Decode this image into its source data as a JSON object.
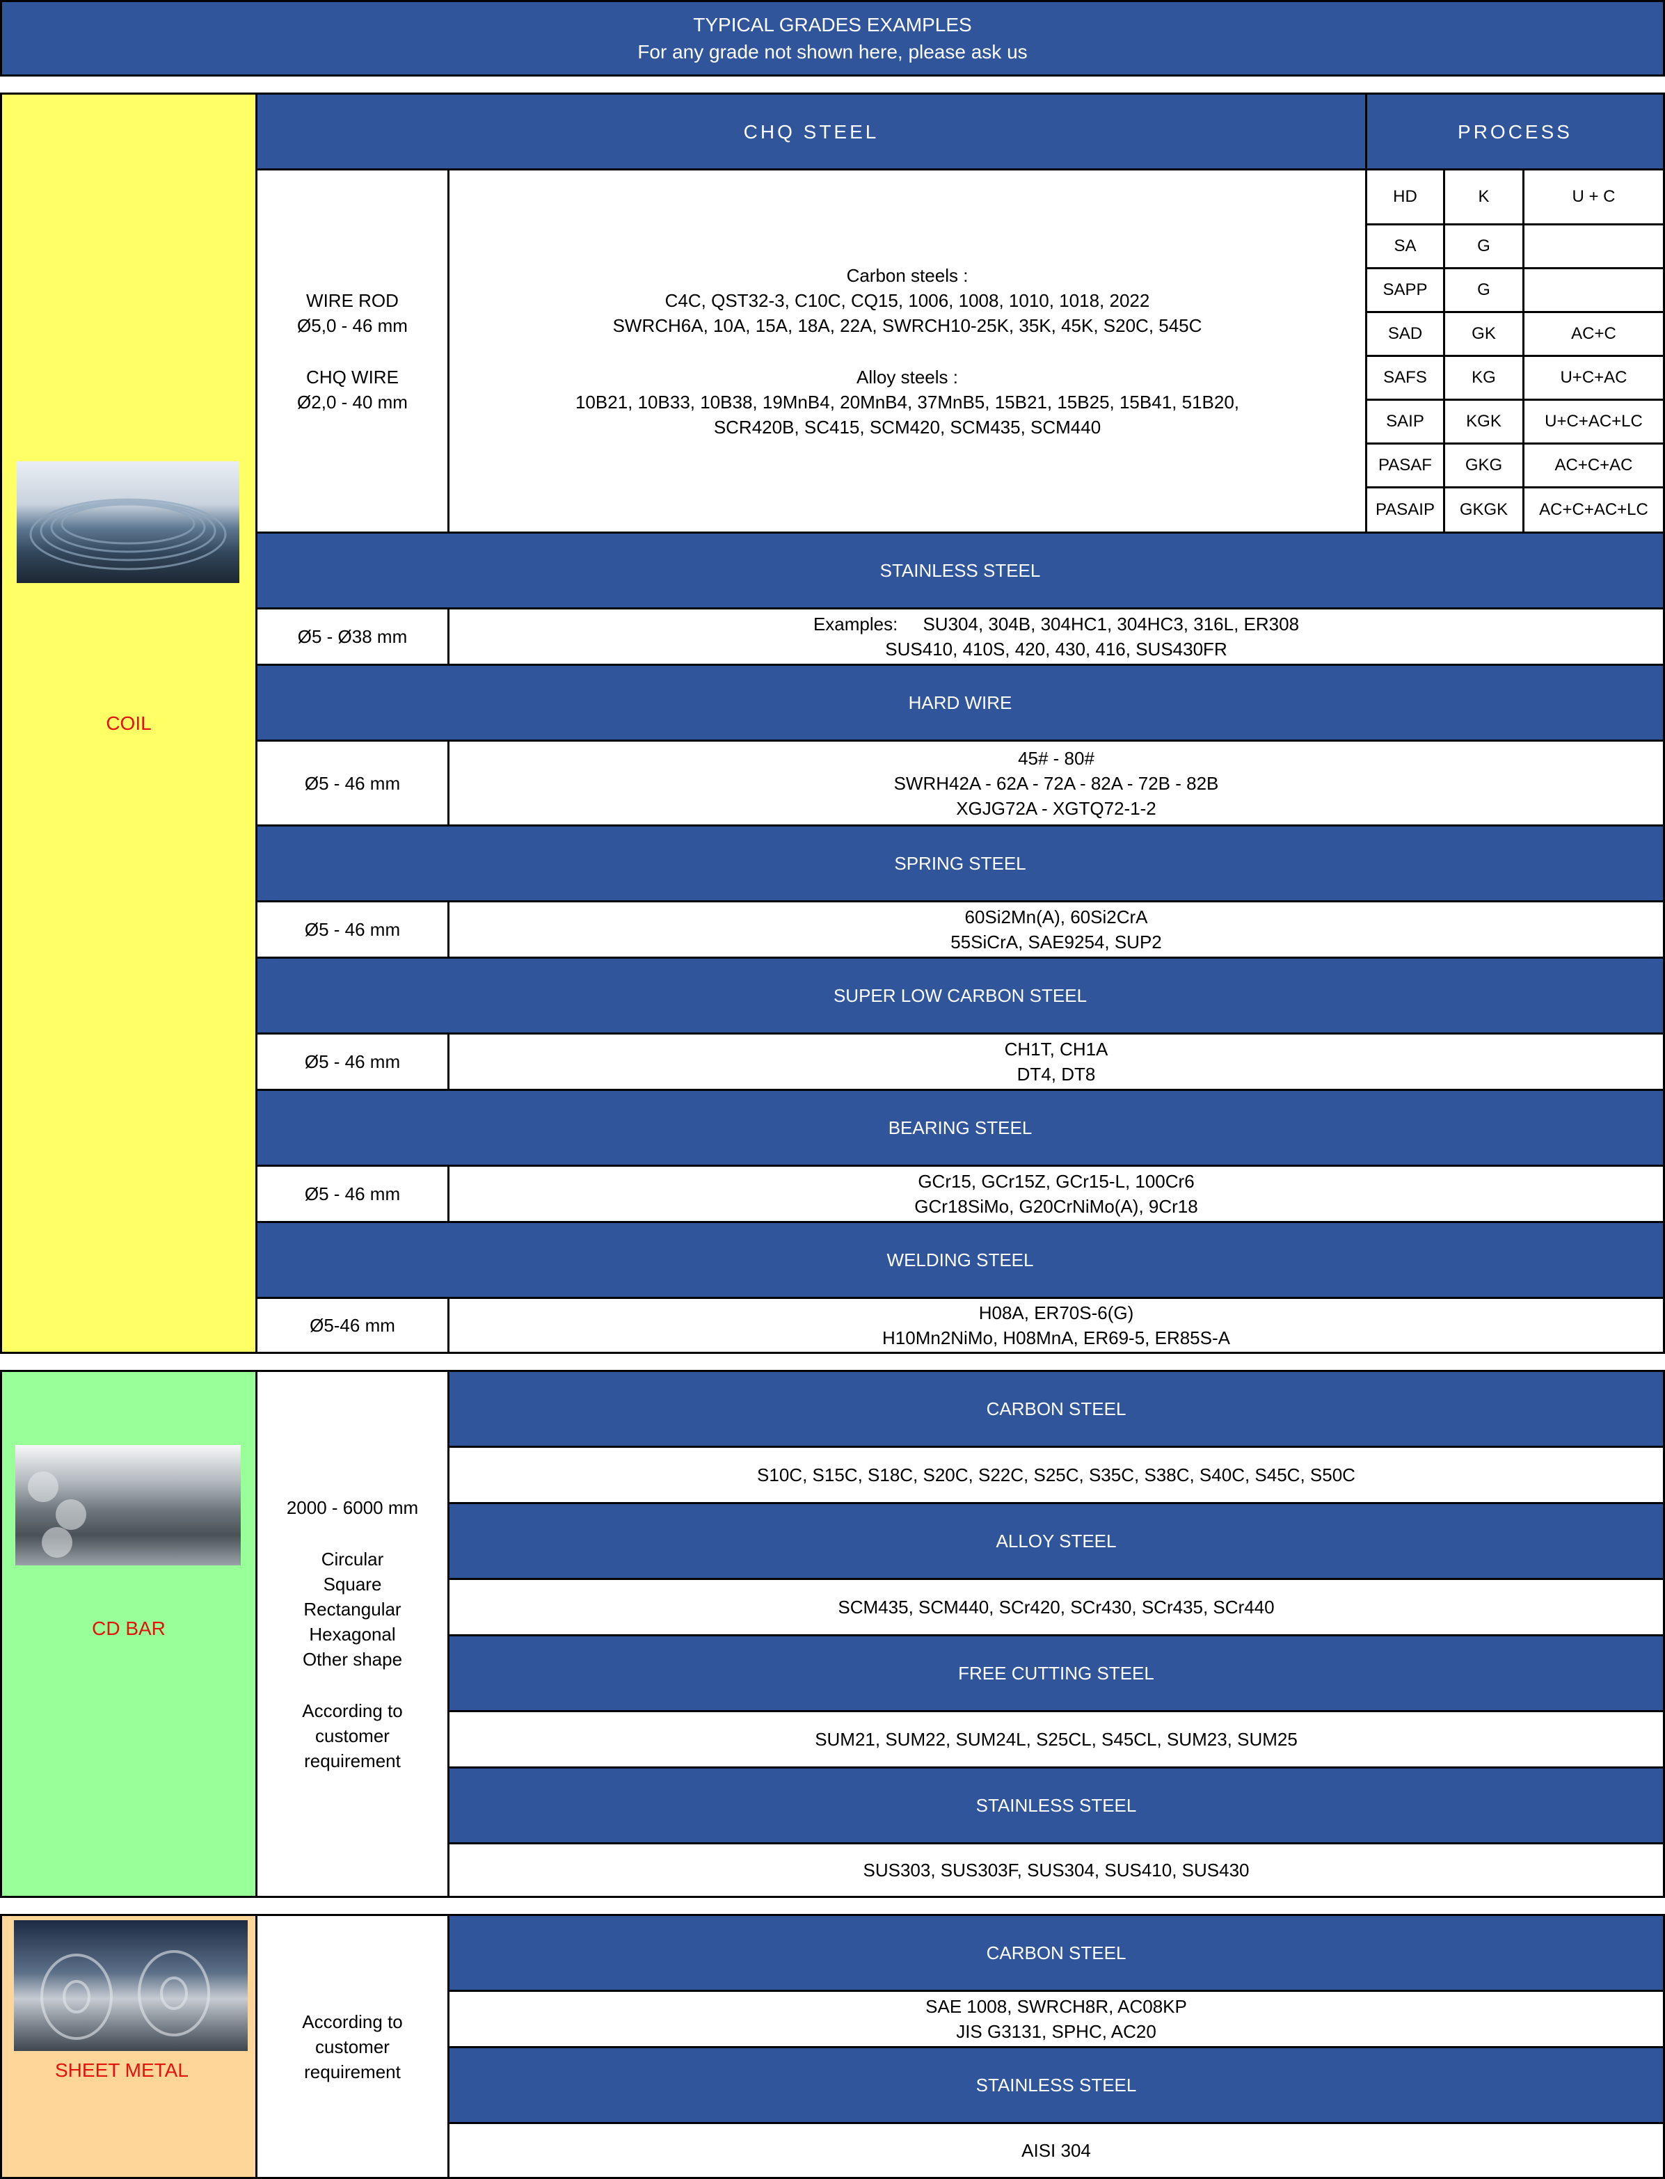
{
  "banner": {
    "title": "TYPICAL GRADES EXAMPLES",
    "subtitle": "For any grade not shown here, please ask us"
  },
  "coil": {
    "label": "COIL",
    "photo_icon": "wire-coil-photo",
    "chq": {
      "header": "CHQ STEEL",
      "size_lines": [
        "WIRE ROD",
        "Ø5,0 - 46 mm",
        "CHQ WIRE",
        "Ø2,0 - 40 mm"
      ],
      "grade_lines": [
        "Carbon steels :",
        "C4C, QST32-3, C10C, CQ15, 1006, 1008, 1010, 1018, 2022",
        "SWRCH6A, 10A, 15A, 18A, 22A, SWRCH10-25K, 35K, 45K, S20C, 545C",
        "Alloy steels :",
        "10B21, 10B33, 10B38, 19MnB4, 20MnB4, 37MnB5, 15B21, 15B25, 15B41, 51B20,",
        "SCR420B, SC415, SCM420, SCM435, SCM440"
      ]
    },
    "process": {
      "header": "PROCESS",
      "rows": [
        [
          "HD",
          "K",
          "U + C"
        ],
        [
          "SA",
          "G",
          ""
        ],
        [
          "SAPP",
          "G",
          ""
        ],
        [
          "SAD",
          "GK",
          "AC+C"
        ],
        [
          "SAFS",
          "KG",
          "U+C+AC"
        ],
        [
          "SAIP",
          "KGK",
          "U+C+AC+LC"
        ],
        [
          "PASAF",
          "GKG",
          "AC+C+AC"
        ],
        [
          "PASAIP",
          "GKGK",
          "AC+C+AC+LC"
        ]
      ]
    },
    "sections": [
      {
        "header": "STAINLESS STEEL",
        "size": "Ø5 - Ø38 mm",
        "lines": [
          "Examples:     SU304, 304B, 304HC1, 304HC3, 316L, ER308",
          "SUS410, 410S, 420, 430, 416, SUS430FR"
        ]
      },
      {
        "header": "HARD WIRE",
        "size": "Ø5 - 46 mm",
        "lines": [
          "45# - 80#",
          "SWRH42A - 62A - 72A - 82A - 72B - 82B",
          "XGJG72A - XGTQ72-1-2"
        ]
      },
      {
        "header": "SPRING STEEL",
        "size": "Ø5 - 46 mm",
        "lines": [
          "60Si2Mn(A), 60Si2CrA",
          "55SiCrA, SAE9254, SUP2"
        ]
      },
      {
        "header": "SUPER LOW CARBON STEEL",
        "size": "Ø5 - 46 mm",
        "lines": [
          "CH1T, CH1A",
          "DT4, DT8"
        ]
      },
      {
        "header": "BEARING STEEL",
        "size": "Ø5 - 46 mm",
        "lines": [
          "GCr15, GCr15Z, GCr15-L, 100Cr6",
          "GCr18SiMo, G20CrNiMo(A), 9Cr18"
        ]
      },
      {
        "header": "WELDING STEEL",
        "size": "Ø5-46 mm",
        "lines": [
          "H08A, ER70S-6(G)",
          "H10Mn2NiMo, H08MnA, ER69-5, ER85S-A"
        ]
      }
    ]
  },
  "cdbar": {
    "label": "CD BAR",
    "photo_icon": "steel-bars-photo",
    "size_lines": [
      "2000 - 6000 mm",
      "Circular",
      "Square",
      "Rectangular",
      "Hexagonal",
      "Other shape",
      "According to",
      "customer",
      "requirement"
    ],
    "sections": [
      {
        "header": "CARBON STEEL",
        "grades": "S10C, S15C, S18C, S20C, S22C, S25C, S35C, S38C, S40C, S45C, S50C"
      },
      {
        "header": "ALLOY STEEL",
        "grades": "SCM435, SCM440, SCr420, SCr430, SCr435, SCr440"
      },
      {
        "header": "FREE CUTTING STEEL",
        "grades": "SUM21, SUM22, SUM24L, S25CL, S45CL, SUM23, SUM25"
      },
      {
        "header": "STAINLESS STEEL",
        "grades": "SUS303, SUS303F, SUS304, SUS410, SUS430"
      }
    ]
  },
  "sheet": {
    "label": "SHEET METAL",
    "photo_icon": "steel-sheet-rolls-photo",
    "size_lines": [
      "According to",
      "customer",
      "requirement"
    ],
    "sections": [
      {
        "header": "CARBON STEEL",
        "lines": [
          "SAE 1008, SWRCH8R, AC08KP",
          "JIS G3131, SPHC, AC20"
        ]
      },
      {
        "header": "STAINLESS STEEL",
        "lines": [
          "AISI 304"
        ]
      }
    ]
  },
  "colors": {
    "header_blue": "#30559a",
    "coil_bg": "#ffff66",
    "cdbar_bg": "#99ff99",
    "sheet_bg": "#ffd699",
    "label_red": "#e3120b"
  }
}
